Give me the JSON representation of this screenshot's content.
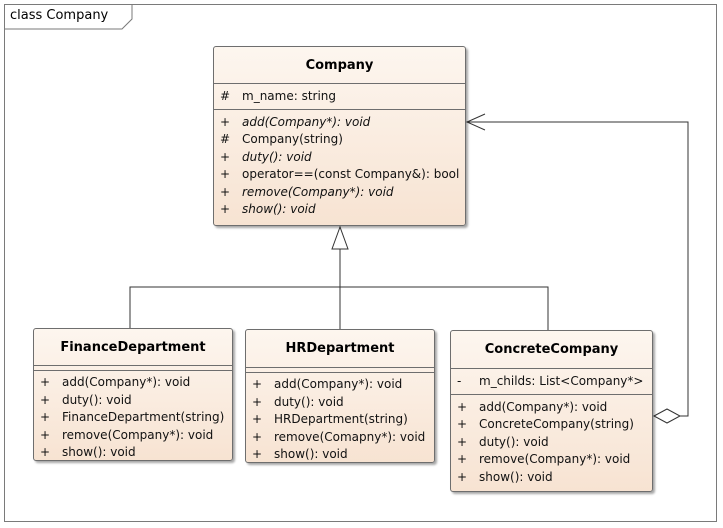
{
  "frame": {
    "title": "class Company"
  },
  "classes": {
    "company": {
      "name": "Company",
      "attributes": [
        {
          "vis": "#",
          "text": "m_name: string",
          "italic": false
        }
      ],
      "operations": [
        {
          "vis": "+",
          "text": "add(Company*): void",
          "italic": true
        },
        {
          "vis": "#",
          "text": "Company(string)",
          "italic": false
        },
        {
          "vis": "+",
          "text": "duty(): void",
          "italic": true
        },
        {
          "vis": "+",
          "text": "operator==(const Company&): bool",
          "italic": false
        },
        {
          "vis": "+",
          "text": "remove(Company*): void",
          "italic": true
        },
        {
          "vis": "+",
          "text": "show(): void",
          "italic": true
        }
      ]
    },
    "finance": {
      "name": "FinanceDepartment",
      "operations": [
        {
          "vis": "+",
          "text": "add(Company*): void",
          "italic": false
        },
        {
          "vis": "+",
          "text": "duty(): void",
          "italic": false
        },
        {
          "vis": "+",
          "text": "FinanceDepartment(string)",
          "italic": false
        },
        {
          "vis": "+",
          "text": "remove(Company*): void",
          "italic": false
        },
        {
          "vis": "+",
          "text": "show(): void",
          "italic": false
        }
      ]
    },
    "hr": {
      "name": "HRDepartment",
      "operations": [
        {
          "vis": "+",
          "text": "add(Company*): void",
          "italic": false
        },
        {
          "vis": "+",
          "text": "duty(): void",
          "italic": false
        },
        {
          "vis": "+",
          "text": "HRDepartment(string)",
          "italic": false
        },
        {
          "vis": "+",
          "text": "remove(Comapny*): void",
          "italic": false
        },
        {
          "vis": "+",
          "text": "show(): void",
          "italic": false
        }
      ]
    },
    "concrete": {
      "name": "ConcreteCompany",
      "attributes": [
        {
          "vis": "-",
          "text": "m_childs: List<Company*>",
          "italic": false
        }
      ],
      "operations": [
        {
          "vis": "+",
          "text": "add(Company*): void",
          "italic": false
        },
        {
          "vis": "+",
          "text": "ConcreteCompany(string)",
          "italic": false
        },
        {
          "vis": "+",
          "text": "duty(): void",
          "italic": false
        },
        {
          "vis": "+",
          "text": "remove(Company*): void",
          "italic": false
        },
        {
          "vis": "+",
          "text": "show(): void",
          "italic": false
        }
      ]
    }
  },
  "relationships": [
    {
      "kind": "generalization",
      "from": "FinanceDepartment",
      "to": "Company"
    },
    {
      "kind": "generalization",
      "from": "HRDepartment",
      "to": "Company"
    },
    {
      "kind": "generalization",
      "from": "ConcreteCompany",
      "to": "Company"
    },
    {
      "kind": "aggregation",
      "from": "ConcreteCompany",
      "to": "Company"
    }
  ],
  "colors": {
    "class_fill_top": "#fdf6ef",
    "class_fill_bottom": "#f7e3d2",
    "border": "#6e6e6e",
    "line": "#333333"
  }
}
